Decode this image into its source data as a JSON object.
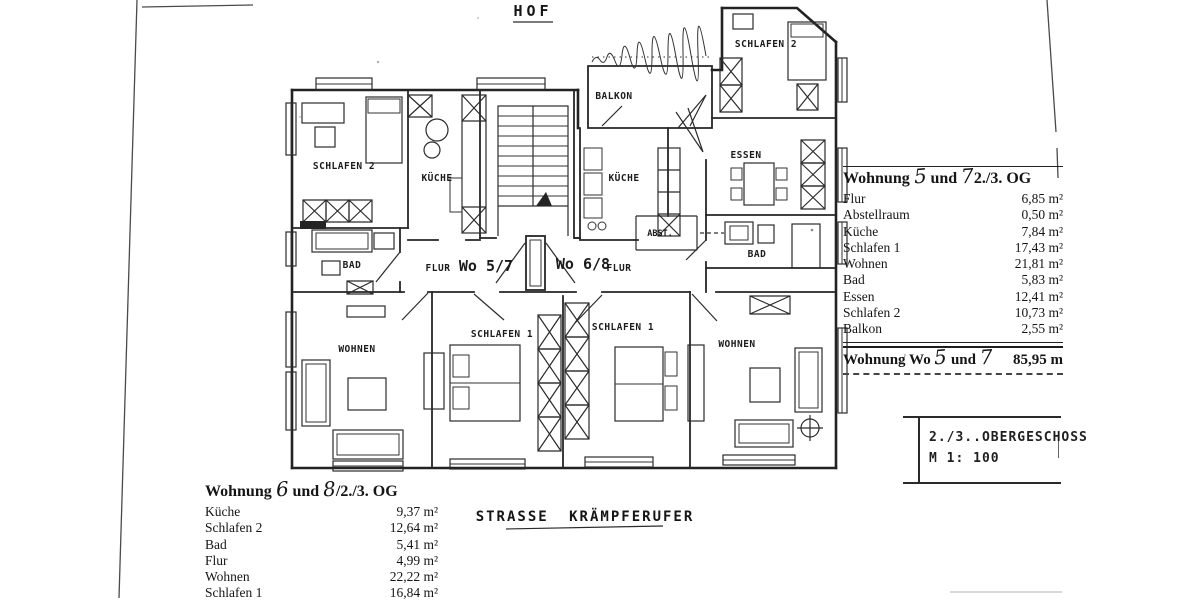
{
  "colors": {
    "ink": "#222222",
    "paper": "#ffffff"
  },
  "page": {
    "hof_label": "HOF",
    "strasse_label": "STRASSE KRÄMPFERUFER"
  },
  "plan": {
    "rooms": {
      "balkon": "BALKON",
      "schlafen2_left": "SCHLAFEN 2",
      "kueche_left": "KÜCHE",
      "bad_left": "BAD",
      "flur_left": "FLUR",
      "wo57": "Wo 5/7",
      "wo68": "Wo 6/8",
      "flur_right": "FLUR",
      "kueche_right": "KÜCHE",
      "abst": "ABST.",
      "essen": "ESSEN",
      "bad_right": "BAD",
      "schlafen2_right": "SCHLAFEN 2",
      "wohnen_left": "WOHNEN",
      "schlafen1_left": "SCHLAFEN 1",
      "schlafen1_right": "SCHLAFEN 1",
      "wohnen_right": "WOHNEN"
    }
  },
  "tables": {
    "right": {
      "title_prefix": "Wohnung",
      "title_num1": "5",
      "title_und": "und",
      "title_num2": "7",
      "title_suffix": "2./3. OG",
      "rows": [
        {
          "label": "Flur",
          "value": "6,85 m²"
        },
        {
          "label": "Abstellraum",
          "value": "0,50 m²"
        },
        {
          "label": "Küche",
          "value": "7,84 m²"
        },
        {
          "label": "Schlafen 1",
          "value": "17,43 m²"
        },
        {
          "label": "Wohnen",
          "value": "21,81 m²"
        },
        {
          "label": "Bad",
          "value": "5,83 m²"
        },
        {
          "label": "Essen",
          "value": "12,41 m²"
        },
        {
          "label": "Schlafen 2",
          "value": "10,73 m²"
        },
        {
          "label": "Balkon",
          "value": "2,55 m²"
        }
      ],
      "total_label_prefix": "Wohnung Wo",
      "total_num1": "5",
      "total_und": "und",
      "total_num2": "7",
      "total_value": "85,95 m"
    },
    "left": {
      "title_prefix": "Wohnung",
      "title_num1": "6",
      "title_und": "und",
      "title_num2": "8",
      "title_suffix": "/2./3. OG",
      "rows": [
        {
          "label": "Küche",
          "value": "9,37 m²"
        },
        {
          "label": "Schlafen 2",
          "value": "12,64 m²"
        },
        {
          "label": "Bad",
          "value": "5,41 m²"
        },
        {
          "label": "Flur",
          "value": "4,99 m²"
        },
        {
          "label": "Wohnen",
          "value": "22,22 m²"
        },
        {
          "label": "Schlafen 1",
          "value": "16,84 m²"
        }
      ]
    }
  },
  "title_block": {
    "line1": "2./3..OBERGESCHOSS",
    "line2": "M 1: 100"
  }
}
